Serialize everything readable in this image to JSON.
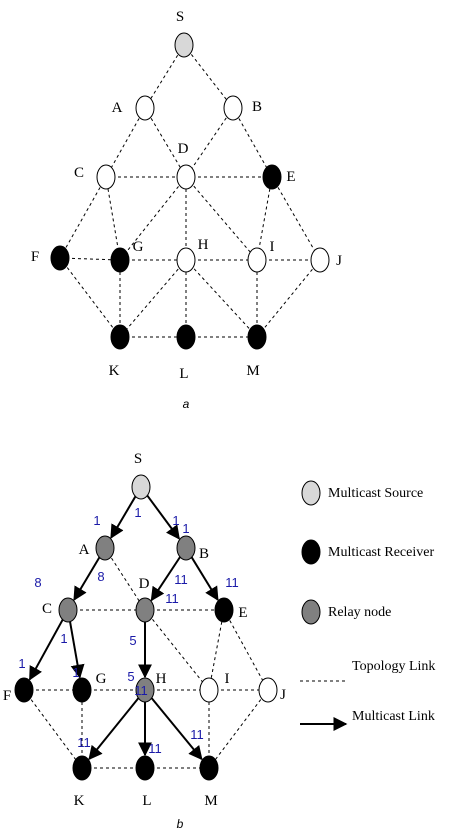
{
  "colors": {
    "source": "#d8d8d8",
    "receiver": "#000000",
    "relay": "#808080",
    "plain": "#ffffff",
    "weight_label": "#1a1aa8"
  },
  "diagram_a": {
    "caption": "a",
    "nodes": [
      {
        "id": "S",
        "label": "S",
        "type": "source"
      },
      {
        "id": "A",
        "label": "A",
        "type": "plain"
      },
      {
        "id": "B",
        "label": "B",
        "type": "plain"
      },
      {
        "id": "C",
        "label": "C",
        "type": "plain"
      },
      {
        "id": "D",
        "label": "D",
        "type": "plain"
      },
      {
        "id": "E",
        "label": "E",
        "type": "receiver"
      },
      {
        "id": "F",
        "label": "F",
        "type": "receiver"
      },
      {
        "id": "G",
        "label": "G",
        "type": "receiver"
      },
      {
        "id": "H",
        "label": "H",
        "type": "plain"
      },
      {
        "id": "I",
        "label": "I",
        "type": "plain"
      },
      {
        "id": "J",
        "label": "J",
        "type": "plain"
      },
      {
        "id": "K",
        "label": "K",
        "type": "receiver"
      },
      {
        "id": "L",
        "label": "L",
        "type": "receiver"
      },
      {
        "id": "M",
        "label": "M",
        "type": "receiver"
      }
    ],
    "edges": [
      [
        "S",
        "A"
      ],
      [
        "S",
        "B"
      ],
      [
        "A",
        "C"
      ],
      [
        "A",
        "D"
      ],
      [
        "B",
        "D"
      ],
      [
        "B",
        "E"
      ],
      [
        "C",
        "D"
      ],
      [
        "D",
        "E"
      ],
      [
        "C",
        "F"
      ],
      [
        "C",
        "G"
      ],
      [
        "D",
        "G"
      ],
      [
        "D",
        "H"
      ],
      [
        "D",
        "I"
      ],
      [
        "E",
        "I"
      ],
      [
        "E",
        "J"
      ],
      [
        "F",
        "G"
      ],
      [
        "G",
        "H"
      ],
      [
        "H",
        "I"
      ],
      [
        "I",
        "J"
      ],
      [
        "F",
        "K"
      ],
      [
        "G",
        "K"
      ],
      [
        "H",
        "K"
      ],
      [
        "H",
        "L"
      ],
      [
        "H",
        "M"
      ],
      [
        "I",
        "M"
      ],
      [
        "J",
        "M"
      ],
      [
        "K",
        "L"
      ],
      [
        "L",
        "M"
      ]
    ]
  },
  "diagram_b": {
    "caption": "b",
    "nodes": [
      {
        "id": "S",
        "label": "S",
        "type": "source"
      },
      {
        "id": "A",
        "label": "A",
        "type": "relay"
      },
      {
        "id": "B",
        "label": "B",
        "type": "relay"
      },
      {
        "id": "C",
        "label": "C",
        "type": "relay"
      },
      {
        "id": "D",
        "label": "D",
        "type": "relay"
      },
      {
        "id": "E",
        "label": "E",
        "type": "receiver"
      },
      {
        "id": "F",
        "label": "F",
        "type": "receiver"
      },
      {
        "id": "G",
        "label": "G",
        "type": "receiver"
      },
      {
        "id": "H",
        "label": "H",
        "type": "relay"
      },
      {
        "id": "I",
        "label": "I",
        "type": "plain"
      },
      {
        "id": "J",
        "label": "J",
        "type": "plain"
      },
      {
        "id": "K",
        "label": "K",
        "type": "receiver"
      },
      {
        "id": "L",
        "label": "L",
        "type": "receiver"
      },
      {
        "id": "M",
        "label": "M",
        "type": "receiver"
      }
    ],
    "topology_edges": [
      [
        "A",
        "D"
      ],
      [
        "B",
        "D"
      ],
      [
        "C",
        "D"
      ],
      [
        "D",
        "E"
      ],
      [
        "C",
        "G"
      ],
      [
        "D",
        "I"
      ],
      [
        "E",
        "I"
      ],
      [
        "E",
        "J"
      ],
      [
        "F",
        "G"
      ],
      [
        "G",
        "H"
      ],
      [
        "H",
        "I"
      ],
      [
        "I",
        "J"
      ],
      [
        "F",
        "K"
      ],
      [
        "G",
        "K"
      ],
      [
        "I",
        "M"
      ],
      [
        "J",
        "M"
      ],
      [
        "K",
        "L"
      ],
      [
        "L",
        "M"
      ]
    ],
    "multicast_edges": [
      [
        "S",
        "A"
      ],
      [
        "S",
        "B"
      ],
      [
        "A",
        "C"
      ],
      [
        "B",
        "D"
      ],
      [
        "B",
        "E"
      ],
      [
        "C",
        "F"
      ],
      [
        "C",
        "G"
      ],
      [
        "D",
        "H"
      ],
      [
        "H",
        "K"
      ],
      [
        "H",
        "L"
      ],
      [
        "H",
        "M"
      ]
    ],
    "weights": [
      "1",
      "1",
      "1",
      "1",
      "8",
      "8",
      "11",
      "11",
      "11",
      "1",
      "1",
      "5",
      "1",
      "5",
      "11",
      "11",
      "11",
      "11"
    ]
  },
  "legend": {
    "source": "Multicast Source",
    "receiver": "Multicast Receiver",
    "relay": "Relay node",
    "topology": "Topology Link",
    "multicast": "Multicast Link"
  }
}
